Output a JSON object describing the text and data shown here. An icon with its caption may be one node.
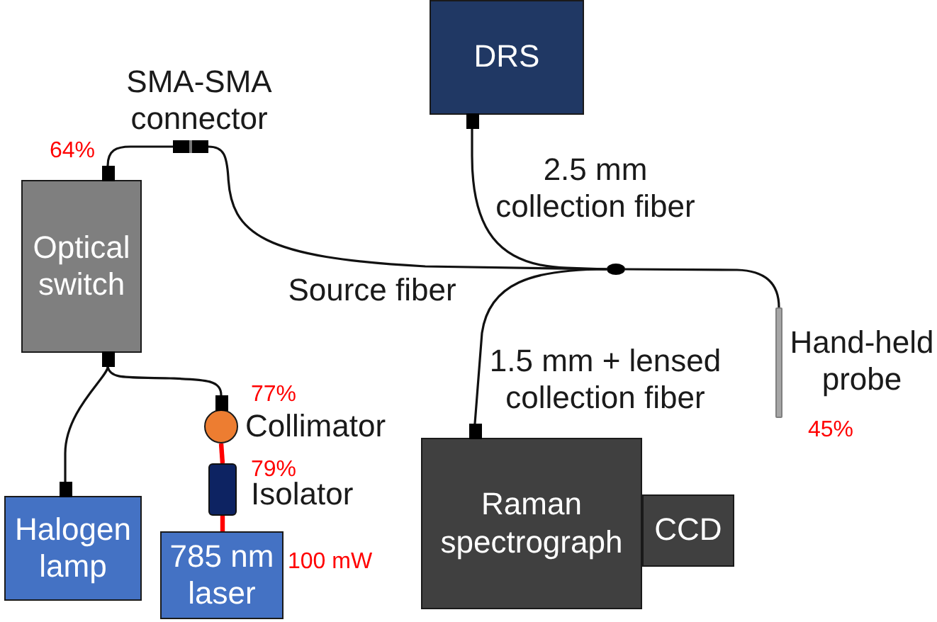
{
  "diagram": {
    "nodes": [
      {
        "text": [
          "DRS"
        ]
      },
      {
        "text": [
          "SMA-SMA connector"
        ]
      },
      {
        "text": [
          "Optical switch"
        ],
        "beside": [
          "64%"
        ]
      },
      {
        "text": [],
        "shape": "ellipse"
      },
      {
        "text": [
          "Hand-held probe"
        ],
        "beside": [
          "45%"
        ]
      },
      {
        "text": [
          "Collimator"
        ],
        "beside": [
          "77%"
        ]
      },
      {
        "text": [
          "Isolator"
        ],
        "beside": [
          "79%"
        ]
      },
      {
        "text": [
          "Halogen lamp"
        ]
      },
      {
        "text": [
          "785 nm laser"
        ],
        "beside": [
          "100 mW"
        ]
      },
      {
        "text": [
          "Raman spectrograph"
        ]
      },
      {
        "text": [
          "CCD"
        ]
      }
    ],
    "edges": [
      {
        "from": 2,
        "to": 1,
        "arrow": "none"
      },
      {
        "from": 1,
        "to": 3,
        "arrow": "none",
        "label": "Source fiber"
      },
      {
        "from": 0,
        "to": 3,
        "arrow": "none",
        "label": "2.5 mm collection fiber"
      },
      {
        "from": 3,
        "to": 4,
        "arrow": "none"
      },
      {
        "from": 3,
        "to": 9,
        "arrow": "none",
        "label": "1.5 mm + lensed collection fiber"
      },
      {
        "from": 2,
        "to": 7,
        "arrow": "none"
      },
      {
        "from": 2,
        "to": 5,
        "arrow": "none"
      },
      {
        "from": 5,
        "to": 6,
        "arrow": "none",
        "style": "thick",
        "color": "#ff0000"
      },
      {
        "from": 6,
        "to": 8,
        "arrow": "none",
        "style": "thick",
        "color": "#ff0000"
      }
    ]
  }
}
